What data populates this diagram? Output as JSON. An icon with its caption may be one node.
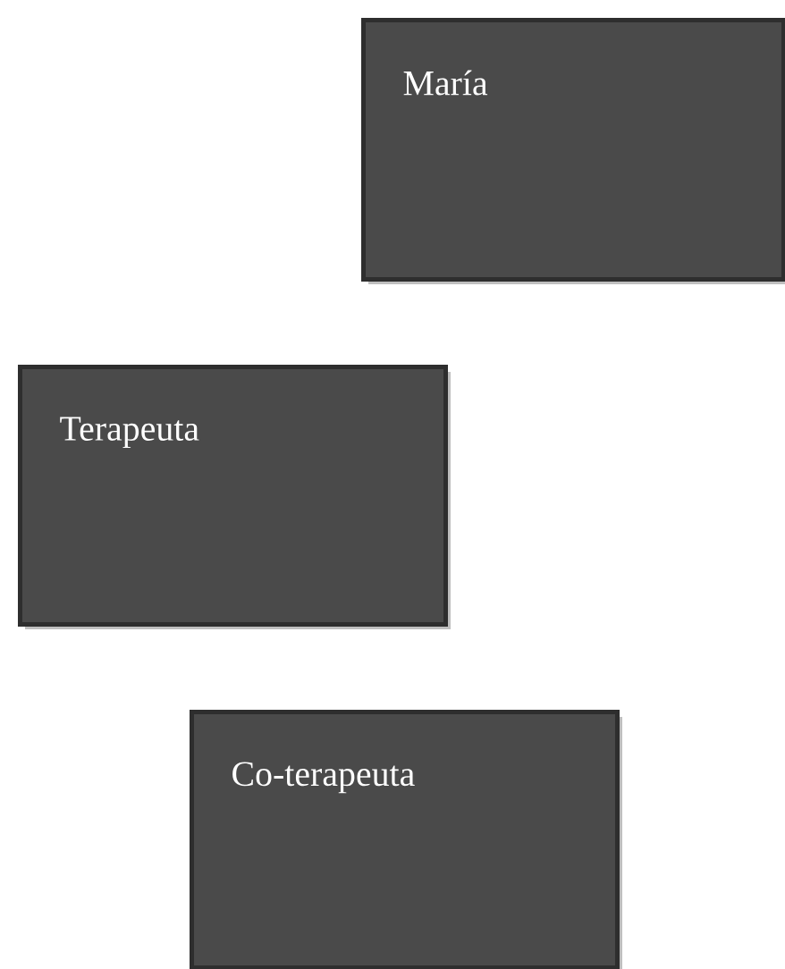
{
  "diagram": {
    "nodes": [
      {
        "text": [
          "María"
        ]
      },
      {
        "text": [
          "Terapeuta"
        ]
      },
      {
        "text": [
          "Co-terapeuta"
        ]
      }
    ]
  }
}
